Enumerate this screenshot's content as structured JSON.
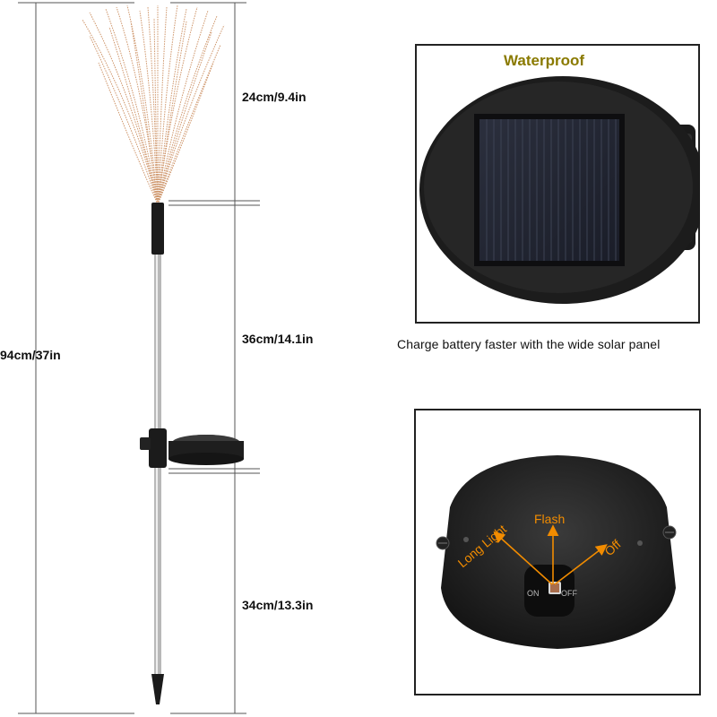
{
  "dimensions": {
    "total": "94cm/37in",
    "top_section": "24cm/9.4in",
    "middle_section": "36cm/14.1in",
    "bottom_section": "34cm/13.3in"
  },
  "solar_panel": {
    "heading": "Waterproof",
    "caption": "Charge battery faster with the wide solar panel"
  },
  "switch_panel": {
    "mode_long_light": "Long Light",
    "mode_flash": "Flash",
    "mode_off": "Off",
    "switch_on": "ON",
    "switch_off": "OFF"
  },
  "colors": {
    "accent_orange": "#f28c00",
    "heading_olive": "#8a7a00",
    "wire_copper": "#c98a5a"
  }
}
